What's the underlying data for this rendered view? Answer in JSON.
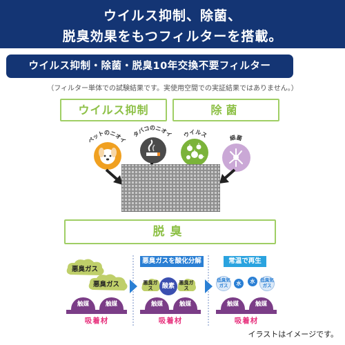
{
  "header": {
    "line1": "ウイルス抑制、除菌、",
    "line2": "脱臭効果をもつフィルターを搭載。"
  },
  "subtitle": "ウイルス抑制・除菌・脱臭10年交換不要フィルター",
  "note": "（フィルター単体での試験結果です。実使用空間での実証結果ではありません。）",
  "labels": {
    "virus_suppression": "ウイルス抑制",
    "sterilization": "除菌",
    "deodorization": "脱臭"
  },
  "odor_icons": [
    {
      "label": "ペットのニオイ",
      "icon": "pet-dog-icon"
    },
    {
      "label": "タバコのニオイ",
      "icon": "cigarette-icon"
    },
    {
      "label": "ウイルス",
      "icon": "virus-icon"
    },
    {
      "label": "細菌",
      "icon": "bacteria-icon"
    }
  ],
  "panels": [
    {
      "gas": [
        "悪臭ガス",
        "悪臭ガス"
      ],
      "catalyst": [
        "触媒",
        "触媒"
      ],
      "material": "吸着材"
    },
    {
      "badge": "悪臭ガスを酸化分解",
      "gas": [
        "悪臭ガス",
        "悪臭ガス"
      ],
      "oxygen": "酸素",
      "catalyst": [
        "触媒",
        "触媒"
      ],
      "material": "吸着材"
    },
    {
      "badge": "常温で再生",
      "gas": [
        "低臭気ガス",
        "水",
        "水",
        "低臭気ガス"
      ],
      "catalyst": [
        "触媒",
        "触媒"
      ],
      "material": "吸着材"
    }
  ],
  "colors": {
    "navy": "#143574",
    "green": "#8dc046",
    "purple": "#7b3d87",
    "pink": "#e7317d",
    "blue_badge": "#2a7fd4"
  },
  "footer": "イラストはイメージです。"
}
